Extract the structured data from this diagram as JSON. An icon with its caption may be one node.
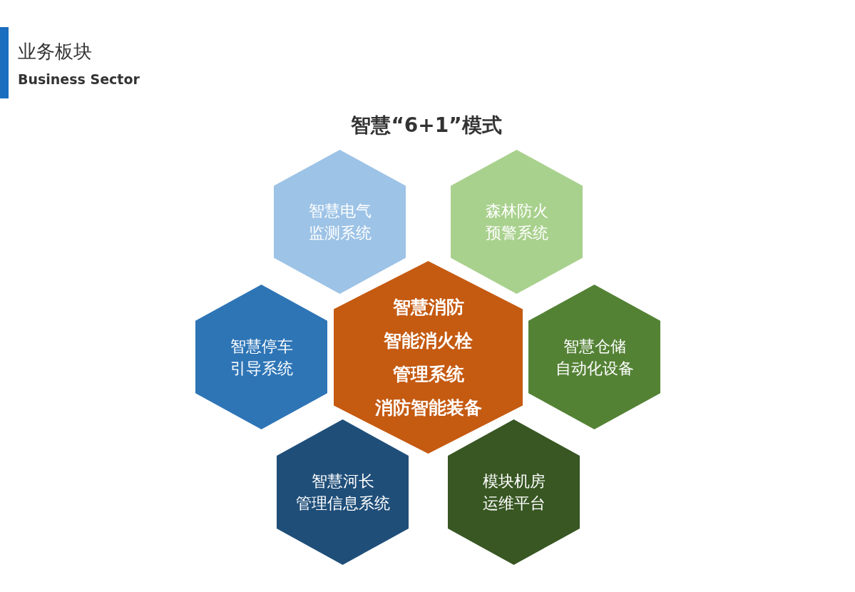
{
  "diagram": {
    "title": "智慧“6+1”模式",
    "nodes": [
      {
        "text": [
          "智慧电气监测系统"
        ]
      },
      {
        "text": [
          "森林防火预警系统"
        ]
      },
      {
        "text": [
          "智慧停车引导系统"
        ]
      },
      {
        "text": [
          "智慧消防",
          "智能消火栓管理系统",
          "消防智能装备"
        ]
      },
      {
        "text": [
          "智慧仓储自动化设备"
        ]
      },
      {
        "text": [
          "智慧河长管理信息系统"
        ]
      },
      {
        "text": [
          "模块机房运维平台"
        ]
      }
    ],
    "labels": [
      "业务板块",
      "Business Sector"
    ]
  }
}
